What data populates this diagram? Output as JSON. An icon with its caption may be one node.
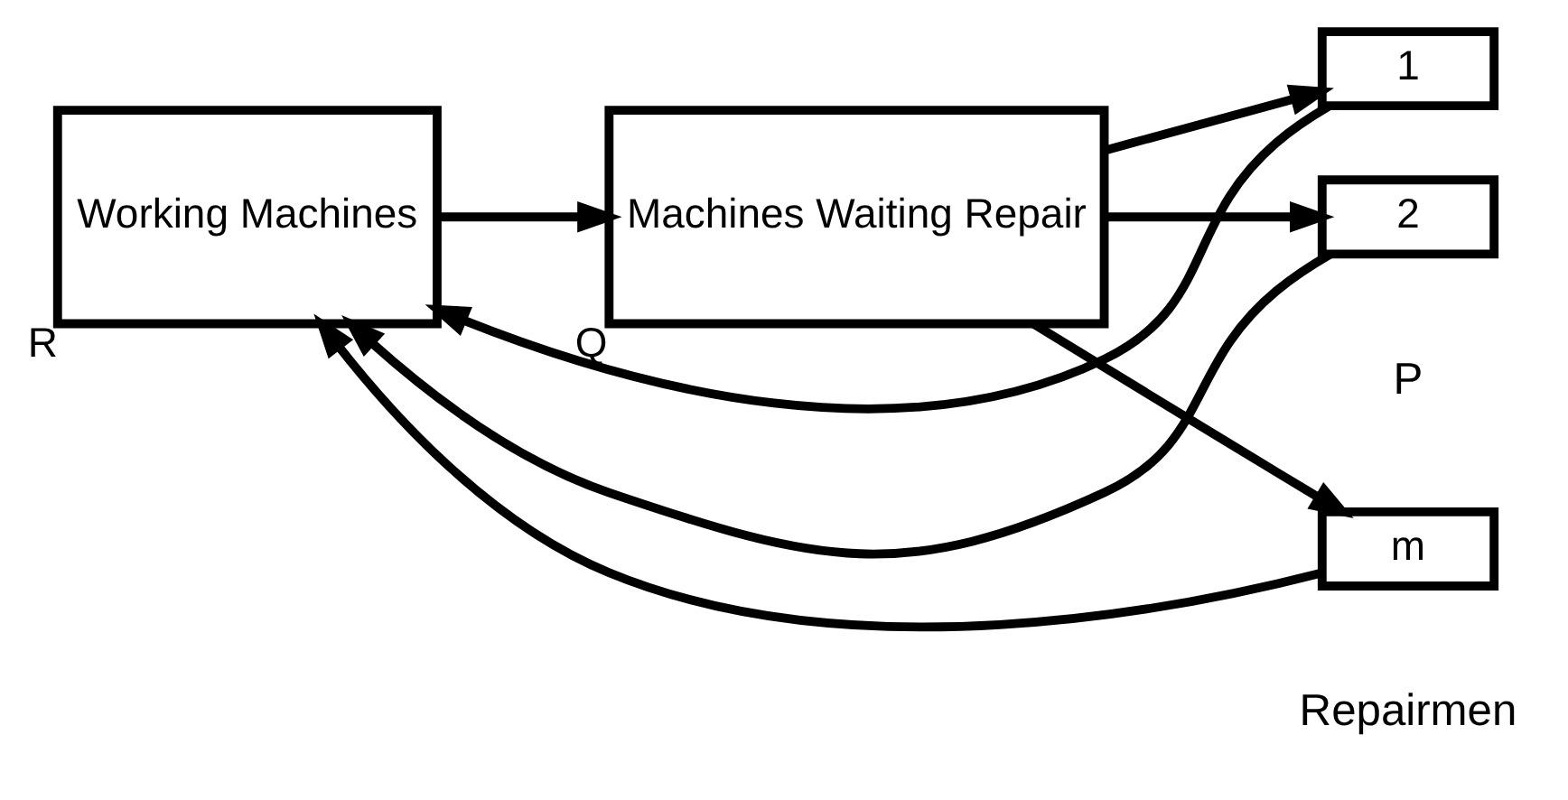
{
  "diagram": {
    "nodes": [
      {
        "text": [
          "Working Machines"
        ],
        "beside": [
          "R"
        ]
      },
      {
        "text": [
          "Machines Waiting Repair"
        ],
        "beside": [
          "Q"
        ]
      },
      {
        "text": [
          "1"
        ]
      },
      {
        "text": [
          "2"
        ]
      },
      {
        "text": [
          "m"
        ]
      }
    ],
    "edges": [
      {
        "from": 0,
        "to": 1,
        "arrow": "to"
      },
      {
        "from": 1,
        "to": 2,
        "arrow": "to"
      },
      {
        "from": 1,
        "to": 3,
        "arrow": "to"
      },
      {
        "from": 1,
        "to": 4,
        "arrow": "to"
      },
      {
        "from": 2,
        "to": 0,
        "arrow": "to"
      },
      {
        "from": 3,
        "to": 0,
        "arrow": "to"
      },
      {
        "from": 4,
        "to": 0,
        "arrow": "to"
      }
    ],
    "labels": [
      "P",
      "Repairmen"
    ]
  }
}
